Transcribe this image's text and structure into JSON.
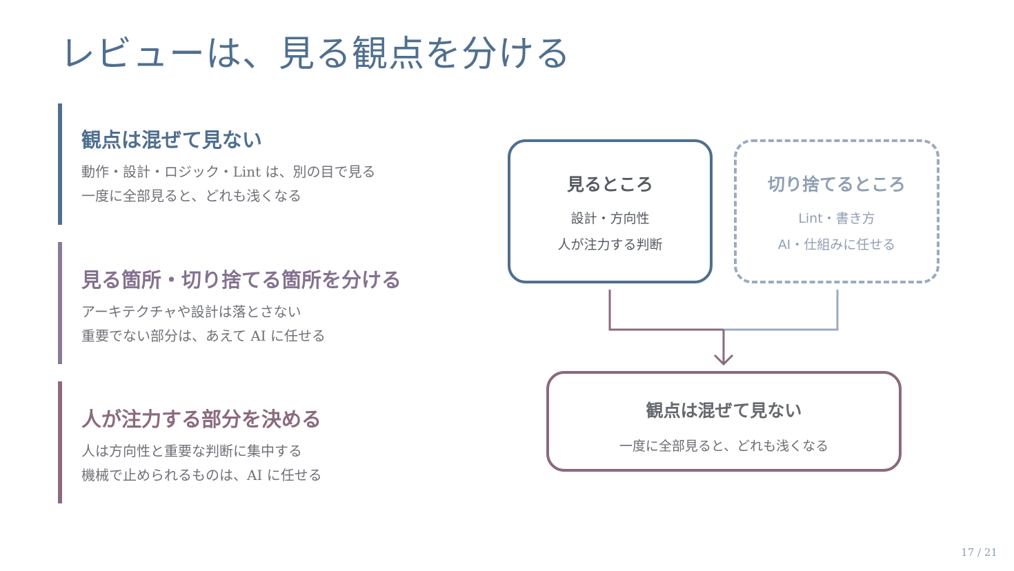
{
  "slide": {
    "title": "レビューは、見る観点を分ける",
    "page_number": "17 / 21"
  },
  "points": [
    {
      "heading": "観点は混ぜて見ない",
      "lines": [
        "動作・設計・ロジック・Lint は、別の目で見る",
        "一度に全部見ると、どれも浅くなる"
      ]
    },
    {
      "heading": "見る箇所・切り捨てる箇所を分ける",
      "lines": [
        "アーキテクチャや設計は落とさない",
        "重要でない部分は、あえて AI に任せる"
      ]
    },
    {
      "heading": "人が注力する部分を決める",
      "lines": [
        "人は方向性と重要な判断に集中する",
        "機械で止められるものは、AI に任せる"
      ]
    }
  ],
  "diagram": {
    "see": {
      "title": "見るところ",
      "lines": [
        "設計・方向性",
        "人が注力する判断"
      ]
    },
    "drop": {
      "title": "切り捨てるところ",
      "lines": [
        "Lint・書き方",
        "AI・仕組みに任せる"
      ]
    },
    "result": {
      "title": "観点は混ぜて見ない",
      "line": "一度に全部見ると、どれも浅くなる"
    },
    "colors": {
      "see_border": "#4f6f8f",
      "drop_border": "#9aabc0",
      "result_border": "#8a6a7e"
    }
  }
}
